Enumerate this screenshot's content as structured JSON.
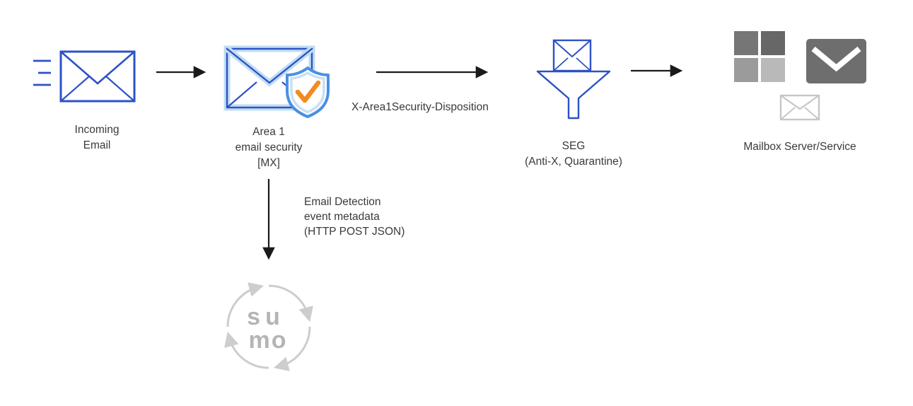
{
  "diagram": {
    "nodes": {
      "incoming_email": {
        "label": "Incoming\nEmail"
      },
      "area1": {
        "label": "Area 1\nemail security\n[MX]"
      },
      "seg": {
        "label": "SEG\n(Anti-X, Quarantine)"
      },
      "mailbox": {
        "label": "Mailbox Server/Service"
      },
      "sumo_logic": {
        "logo_line1": "su",
        "logo_line2": "mo"
      }
    },
    "edge_labels": {
      "disposition": "X-Area1Security-Disposition",
      "detection": "Email Detection\nevent metadata\n(HTTP POST JSON)"
    },
    "icons": {
      "incoming": "envelope-with-speed-lines-icon",
      "area1": "envelope-with-shield-check-icon",
      "seg": "envelope-funnel-icon",
      "mailbox": [
        "microsoft-logo-icon",
        "gmail-envelope-icon",
        "small-envelope-icon"
      ],
      "sumo": "sumo-logic-circular-arrows-logo"
    },
    "colors": {
      "blue": "#2d52c6",
      "band_blue": "#c0ddf4",
      "shield_blue": "#4a90e2",
      "shield_band": "#c9e0f4",
      "orange": "#f18b21",
      "arrow_black": "#1a1a1a",
      "text": "#3a3a3a",
      "ms1": "#767676",
      "ms2": "#676767",
      "ms3": "#9b9b9b",
      "ms4": "#b9b9b9",
      "gmail_gray": "#6e6e6e",
      "envelope_gray": "#c6c6c6",
      "sumo_gray": "#cdcdcd",
      "sumo_text": "#b5b5b5"
    }
  }
}
